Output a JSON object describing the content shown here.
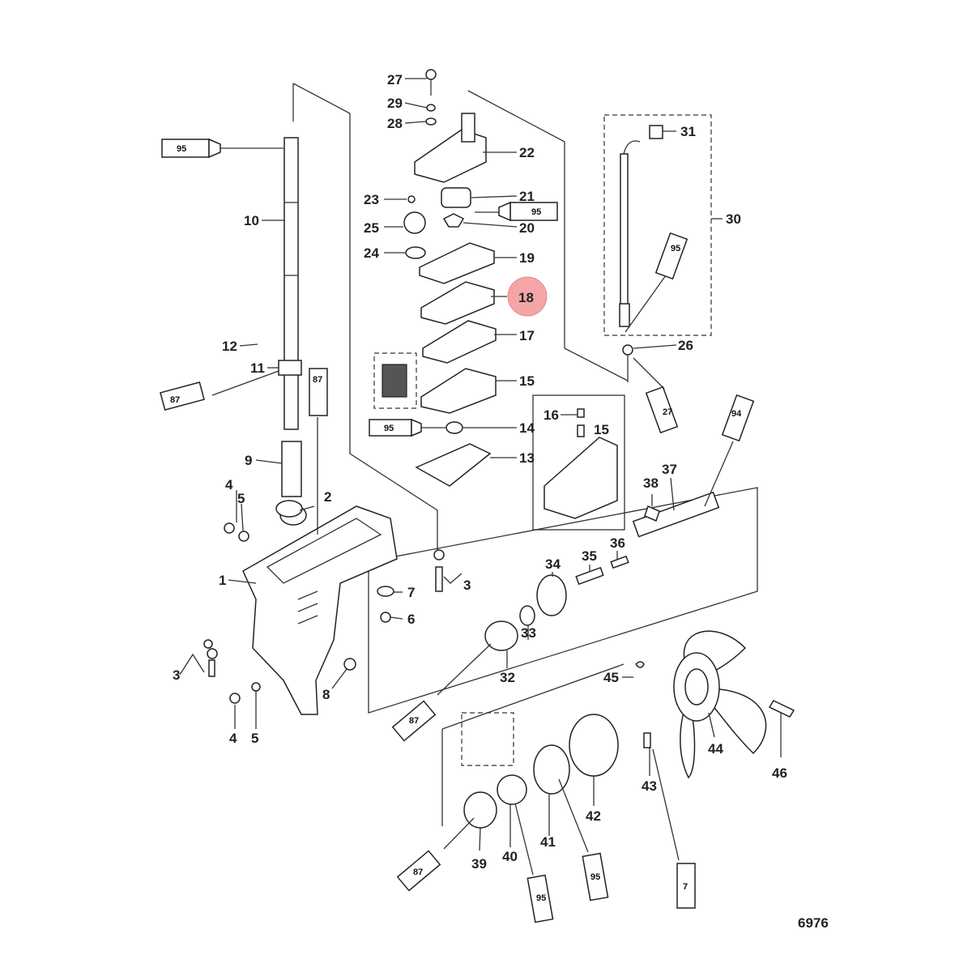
{
  "diagram": {
    "reference_number": "6976",
    "highlight_color": "#f4a6a6",
    "callouts": [
      {
        "id": "c27",
        "label": "27"
      },
      {
        "id": "c29",
        "label": "29"
      },
      {
        "id": "c28",
        "label": "28"
      },
      {
        "id": "c22",
        "label": "22"
      },
      {
        "id": "c23",
        "label": "23"
      },
      {
        "id": "c21",
        "label": "21"
      },
      {
        "id": "c25",
        "label": "25"
      },
      {
        "id": "c20",
        "label": "20"
      },
      {
        "id": "c24",
        "label": "24"
      },
      {
        "id": "c19",
        "label": "19"
      },
      {
        "id": "c18",
        "label": "18",
        "highlighted": true
      },
      {
        "id": "c17",
        "label": "17"
      },
      {
        "id": "c15a",
        "label": "15"
      },
      {
        "id": "c14",
        "label": "14"
      },
      {
        "id": "c13",
        "label": "13"
      },
      {
        "id": "c16",
        "label": "16"
      },
      {
        "id": "c15b",
        "label": "15"
      },
      {
        "id": "c31",
        "label": "31"
      },
      {
        "id": "c30",
        "label": "30"
      },
      {
        "id": "c26",
        "label": "26"
      },
      {
        "id": "c10",
        "label": "10"
      },
      {
        "id": "c12",
        "label": "12"
      },
      {
        "id": "c11",
        "label": "11"
      },
      {
        "id": "c9",
        "label": "9"
      },
      {
        "id": "c4a",
        "label": "4"
      },
      {
        "id": "c5a",
        "label": "5"
      },
      {
        "id": "c2",
        "label": "2"
      },
      {
        "id": "c1",
        "label": "1"
      },
      {
        "id": "c7",
        "label": "7"
      },
      {
        "id": "c3a",
        "label": "3"
      },
      {
        "id": "c6",
        "label": "6"
      },
      {
        "id": "c3b",
        "label": "3"
      },
      {
        "id": "c8",
        "label": "8"
      },
      {
        "id": "c4b",
        "label": "4"
      },
      {
        "id": "c5b",
        "label": "5"
      },
      {
        "id": "c38",
        "label": "38"
      },
      {
        "id": "c37",
        "label": "37"
      },
      {
        "id": "c36",
        "label": "36"
      },
      {
        "id": "c35",
        "label": "35"
      },
      {
        "id": "c34",
        "label": "34"
      },
      {
        "id": "c33",
        "label": "33"
      },
      {
        "id": "c32",
        "label": "32"
      },
      {
        "id": "c45",
        "label": "45"
      },
      {
        "id": "c44",
        "label": "44"
      },
      {
        "id": "c46",
        "label": "46"
      },
      {
        "id": "c43",
        "label": "43"
      },
      {
        "id": "c42",
        "label": "42"
      },
      {
        "id": "c41",
        "label": "41"
      },
      {
        "id": "c40",
        "label": "40"
      },
      {
        "id": "c39",
        "label": "39"
      }
    ],
    "tubes": [
      {
        "id": "t95a",
        "label": "95"
      },
      {
        "id": "t95b",
        "label": "95"
      },
      {
        "id": "t87a",
        "label": "87"
      },
      {
        "id": "t87b",
        "label": "87"
      },
      {
        "id": "t95c",
        "label": "95"
      },
      {
        "id": "t95d",
        "label": "95"
      },
      {
        "id": "t27",
        "label": "27"
      },
      {
        "id": "t94",
        "label": "94"
      },
      {
        "id": "t87c",
        "label": "87"
      },
      {
        "id": "t87d",
        "label": "87"
      },
      {
        "id": "t95e",
        "label": "95"
      },
      {
        "id": "t95f",
        "label": "95"
      },
      {
        "id": "t7",
        "label": "7"
      }
    ]
  }
}
